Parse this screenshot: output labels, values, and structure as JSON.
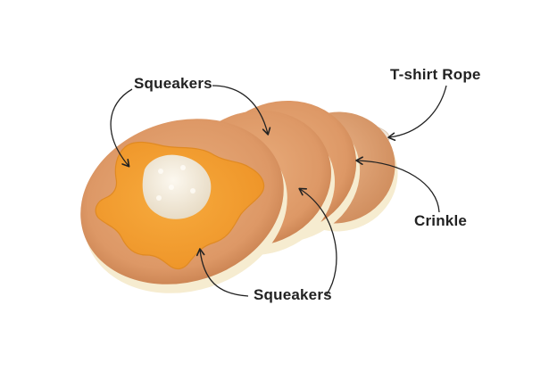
{
  "callouts": {
    "squeakers_top": "Squeakers",
    "tshirt_rope": "T-shirt Rope",
    "crinkle": "Crinkle",
    "squeakers_bottom": "Squeakers"
  },
  "colors": {
    "background": "#ffffff",
    "pancake": "#e2a06c",
    "pancake_edge": "#c77f4f",
    "syrup": "#f3a136",
    "butter": "#f7f1e3",
    "cream": "#f6ecd0",
    "rope": "#f0e5d8",
    "arrow": "#222222"
  }
}
